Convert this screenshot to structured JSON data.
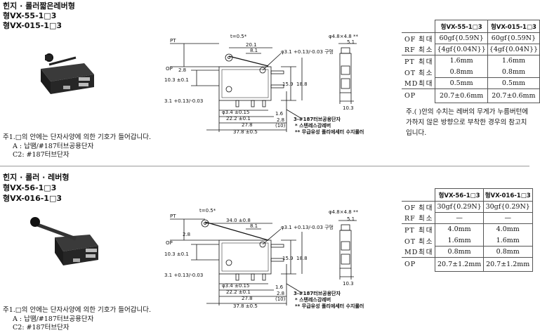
{
  "section1": {
    "title": "힌지 · 롤러짧은레버형",
    "model1": "형VX-55-1□3",
    "model2": "형VX-015-1□3",
    "note1": "주1.□의 안에는 단자사양에 의한 기호가 들어갑니다.",
    "note2": "A : 납땜/#187터브공용단자",
    "note3": "C2: #187터브단자",
    "dims": {
      "pt": "PT",
      "op": "OP",
      "t": "t=0.5*",
      "d20_1": "20.1",
      "d8_1": "8.1",
      "hole": "φ3.1 +0.13/-0.03 구멍",
      "d2_8": "2.8",
      "d10_3": "10.3 ±0.1",
      "d15_9": "15.9",
      "d18_8": "18.8",
      "d3_1": "3.1 +0.13/-0.03",
      "d3_4": "φ3.4 ±0.15",
      "d1_6": "1.6",
      "d22_2": "22.2 ±0.1",
      "d2_8b": "2.8",
      "d27_8": "27.8",
      "d10": "(10)",
      "d37_8": "37.8 ±0.5",
      "roller": "φ4.8×4.8 **",
      "d5_1": "5.1",
      "d10_3b": "10.3",
      "term": "3-#187터브공용단자",
      "star1": "* 스텐레스강레버",
      "star2": "** 무급유성 폴리에세터 수지롤러"
    },
    "table": {
      "col1": "형VX-55-1□3",
      "col2": "형VX-015-1□3",
      "rows": [
        {
          "code": "OF",
          "kind": "최대",
          "v1": "60gf{0.59N}",
          "v2": "60gf{0.59N}"
        },
        {
          "code": "RF",
          "kind": "최소",
          "v1": "{4gf{0.04N}}",
          "v2": "{4gf{0.04N}}"
        },
        {
          "code": "PT",
          "kind": "최대",
          "v1": "1.6mm",
          "v2": "1.6mm"
        },
        {
          "code": "OT",
          "kind": "최소",
          "v1": "0.8mm",
          "v2": "0.8mm"
        },
        {
          "code": "MD",
          "kind": "최대",
          "v1": "0.5mm",
          "v2": "0.5mm"
        },
        {
          "code": "OP",
          "kind": "",
          "v1": "20.7±0.6mm",
          "v2": "20.7±0.6mm"
        }
      ],
      "footnote": "주.( )안의 수치는 레버의 무게가 누름버턴에 가하지 않은 방향으로 부착한 경우의 참고치입니다."
    }
  },
  "section2": {
    "title": "힌지 · 롤러 · 레버형",
    "model1": "형VX-56-1□3",
    "model2": "형VX-016-1□3",
    "note1": "주1.□의 안에는 단자사양에 의한 기호가 들어갑니다.",
    "note2": "A : 납땜/#187터브공용단자",
    "note3": "C2: #187터브단자",
    "dims": {
      "pt": "PT",
      "op": "OP",
      "t": "t=0.5*",
      "d34": "34.0 ±0.8",
      "d8_1": "8.1",
      "hole": "φ3.1 +0.13/-0.03 구멍",
      "d2_8": "2.8",
      "d10_3": "10.3 ±0.1",
      "d15_9": "15.9",
      "d18_8": "18.8",
      "d3_1": "3.1 +0.13/-0.03",
      "d3_4": "φ3.4 ±0.15",
      "d1_6": "1.6",
      "d22_2": "22.2 ±0.1",
      "d2_8b": "2.8",
      "d27_8": "27.8",
      "d10": "(10)",
      "d37_8": "37.8 ±0.5",
      "roller": "φ4.8×4.8 **",
      "d5_1": "5.1",
      "d10_3b": "10.3",
      "term": "3-#187터브공용단자",
      "star1": "* 스텐레스강레버",
      "star2": "** 무급유성 폴리에세터 수지롤러"
    },
    "table": {
      "col1": "형VX-56-1□3",
      "col2": "형VX-016-1□3",
      "rows": [
        {
          "code": "OF",
          "kind": "최대",
          "v1": "30gf{0.29N}",
          "v2": "30gf{0.29N}"
        },
        {
          "code": "RF",
          "kind": "최소",
          "v1": "—",
          "v2": "—"
        },
        {
          "code": "PT",
          "kind": "최대",
          "v1": "4.0mm",
          "v2": "4.0mm"
        },
        {
          "code": "OT",
          "kind": "최소",
          "v1": "1.6mm",
          "v2": "1.6mm"
        },
        {
          "code": "MD",
          "kind": "최대",
          "v1": "0.8mm",
          "v2": "0.8mm"
        },
        {
          "code": "OP",
          "kind": "",
          "v1": "20.7±1.2mm",
          "v2": "20.7±1.2mm"
        }
      ]
    }
  }
}
